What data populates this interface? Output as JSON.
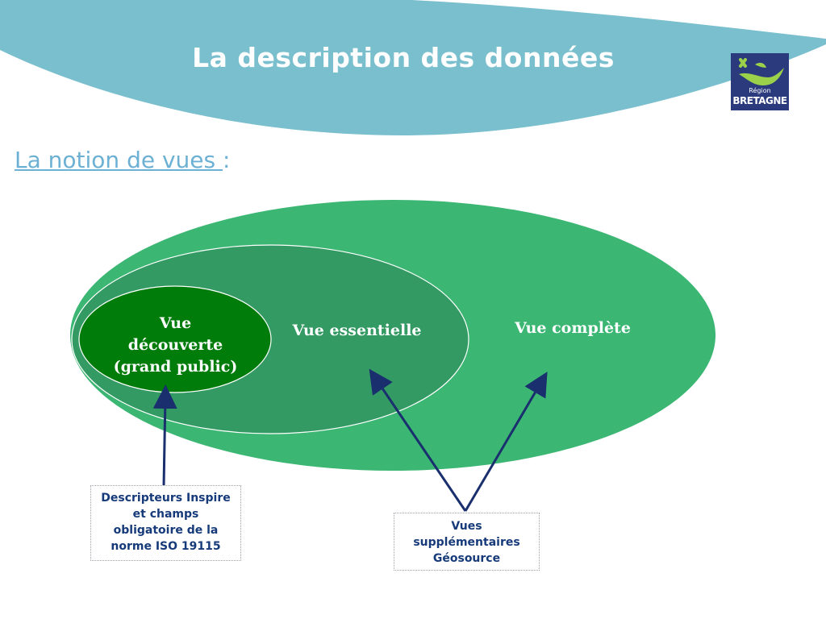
{
  "slide": {
    "title": "La description des données",
    "subtitle_underlined": "La notion de vues ",
    "subtitle_suffix": ":"
  },
  "logo": {
    "line1": "Région",
    "line2": "BRETAGNE"
  },
  "diagram": {
    "views": {
      "complete": "Vue complète",
      "essential": "Vue essentielle",
      "discovery_line1": "Vue",
      "discovery_line2": "découverte",
      "discovery_line3": "(grand public)"
    },
    "notes": {
      "inspire": [
        "Descripteurs Inspire",
        "et champs",
        "obligatoire de la",
        "norme ISO 19115"
      ],
      "geosource": [
        "Vues",
        "supplémentaires",
        "Géosource"
      ]
    },
    "colors": {
      "header_wave": "#7abfce",
      "ellipse_complete": "#3bb673",
      "ellipse_essential": "#339a63",
      "ellipse_discovery": "#007c0a",
      "arrow": "#1a2f6e",
      "subtitle": "#6cb0d4",
      "logo_bg": "#2b3a7c"
    }
  }
}
